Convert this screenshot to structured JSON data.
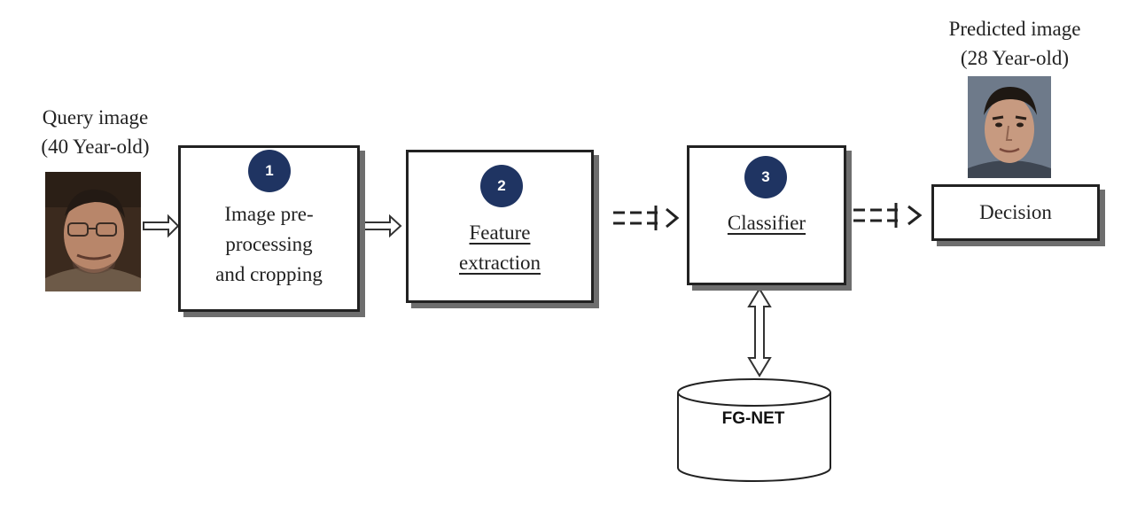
{
  "query": {
    "title": "Query image",
    "age": "(40 Year-old)"
  },
  "predicted": {
    "title": "Predicted image",
    "age": "(28 Year-old)"
  },
  "steps": [
    {
      "number": "1",
      "lines": [
        "Image pre-",
        "processing",
        "and cropping"
      ]
    },
    {
      "number": "2",
      "lines": [
        "Feature",
        "extraction"
      ]
    },
    {
      "number": "3",
      "lines": [
        "Classifier"
      ]
    }
  ],
  "decision": "Decision",
  "database": "FG-NET",
  "colors": {
    "badge": "#1f3462",
    "box_border": "#222222",
    "shadow": "#6e6e6e"
  },
  "icons": [
    "hollow-arrow-icon",
    "dashed-arrow-icon",
    "double-arrow-icon",
    "database-cylinder-icon"
  ]
}
